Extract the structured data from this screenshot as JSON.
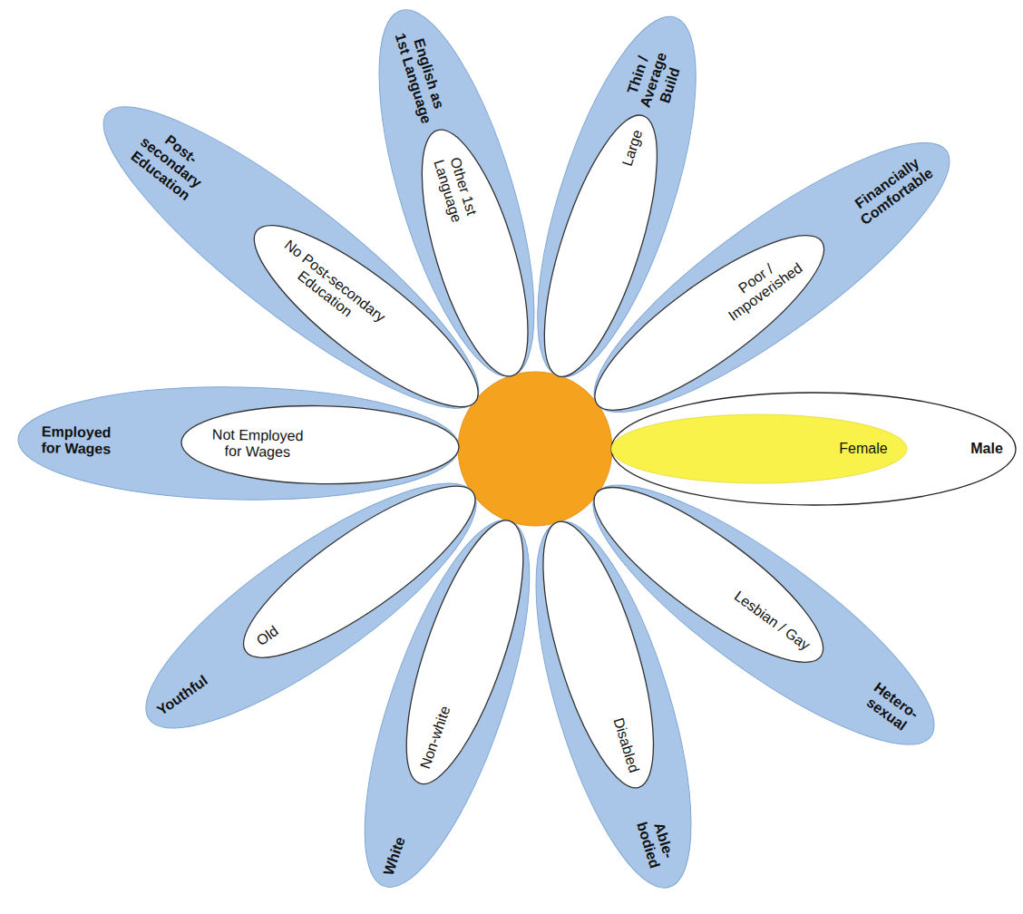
{
  "diagram": {
    "nodes": [
      {
        "text": [
          "English as 1st Language"
        ]
      },
      {
        "text": [
          "Other 1st Language"
        ],
        "in": 0
      },
      {
        "text": [
          "Thin / Average Build"
        ]
      },
      {
        "text": [
          "Large"
        ],
        "in": 2
      },
      {
        "text": [
          "Financially Comfortable"
        ]
      },
      {
        "text": [
          "Poor / Impoverished"
        ],
        "in": 4
      },
      {
        "text": [
          "Male"
        ]
      },
      {
        "text": [
          "Female"
        ],
        "in": 6
      },
      {
        "text": [
          "Hetero- sexual"
        ]
      },
      {
        "text": [
          "Lesbian / Gay"
        ],
        "in": 8
      },
      {
        "text": [
          "Able- bodied"
        ]
      },
      {
        "text": [
          "Disabled"
        ],
        "in": 10
      },
      {
        "text": [
          "White"
        ]
      },
      {
        "text": [
          "Non-white"
        ],
        "in": 12
      },
      {
        "text": [
          "Youthful"
        ]
      },
      {
        "text": [
          "Old"
        ],
        "in": 14
      },
      {
        "text": [
          "Employed for Wages"
        ]
      },
      {
        "text": [
          "Not Employed for Wages"
        ],
        "in": 16
      },
      {
        "text": [
          "Post- secondary Education"
        ]
      },
      {
        "text": [
          "No Post-secondary Education"
        ],
        "in": 18
      }
    ]
  }
}
